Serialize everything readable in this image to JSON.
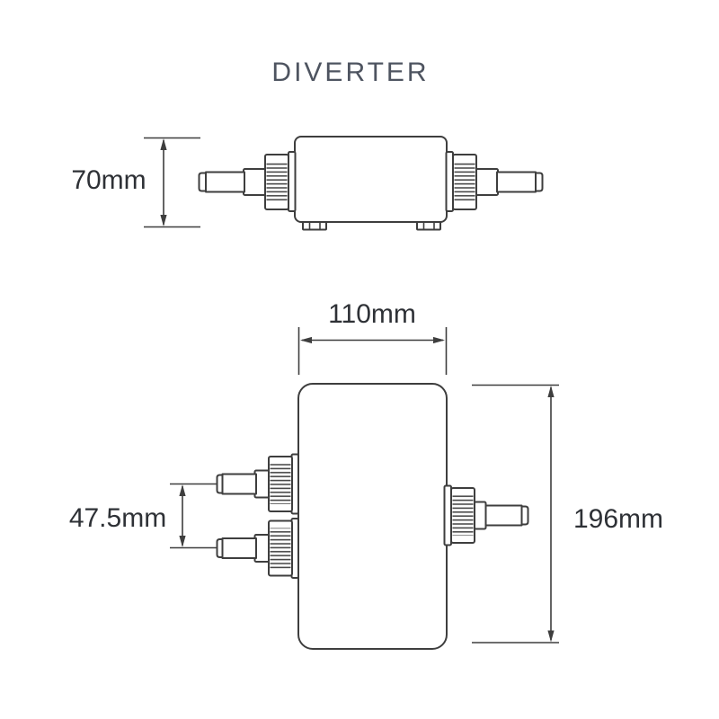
{
  "title": "DIVERTER",
  "dimensions": {
    "side_height": "70mm",
    "front_width": "110mm",
    "outlet_spacing": "47.5mm",
    "front_height": "196mm"
  },
  "colors": {
    "background": "#ffffff",
    "line": "#3e3e3e",
    "rib": "#474747",
    "title_text": "#4e5460",
    "dimension_text": "#2e3136"
  }
}
